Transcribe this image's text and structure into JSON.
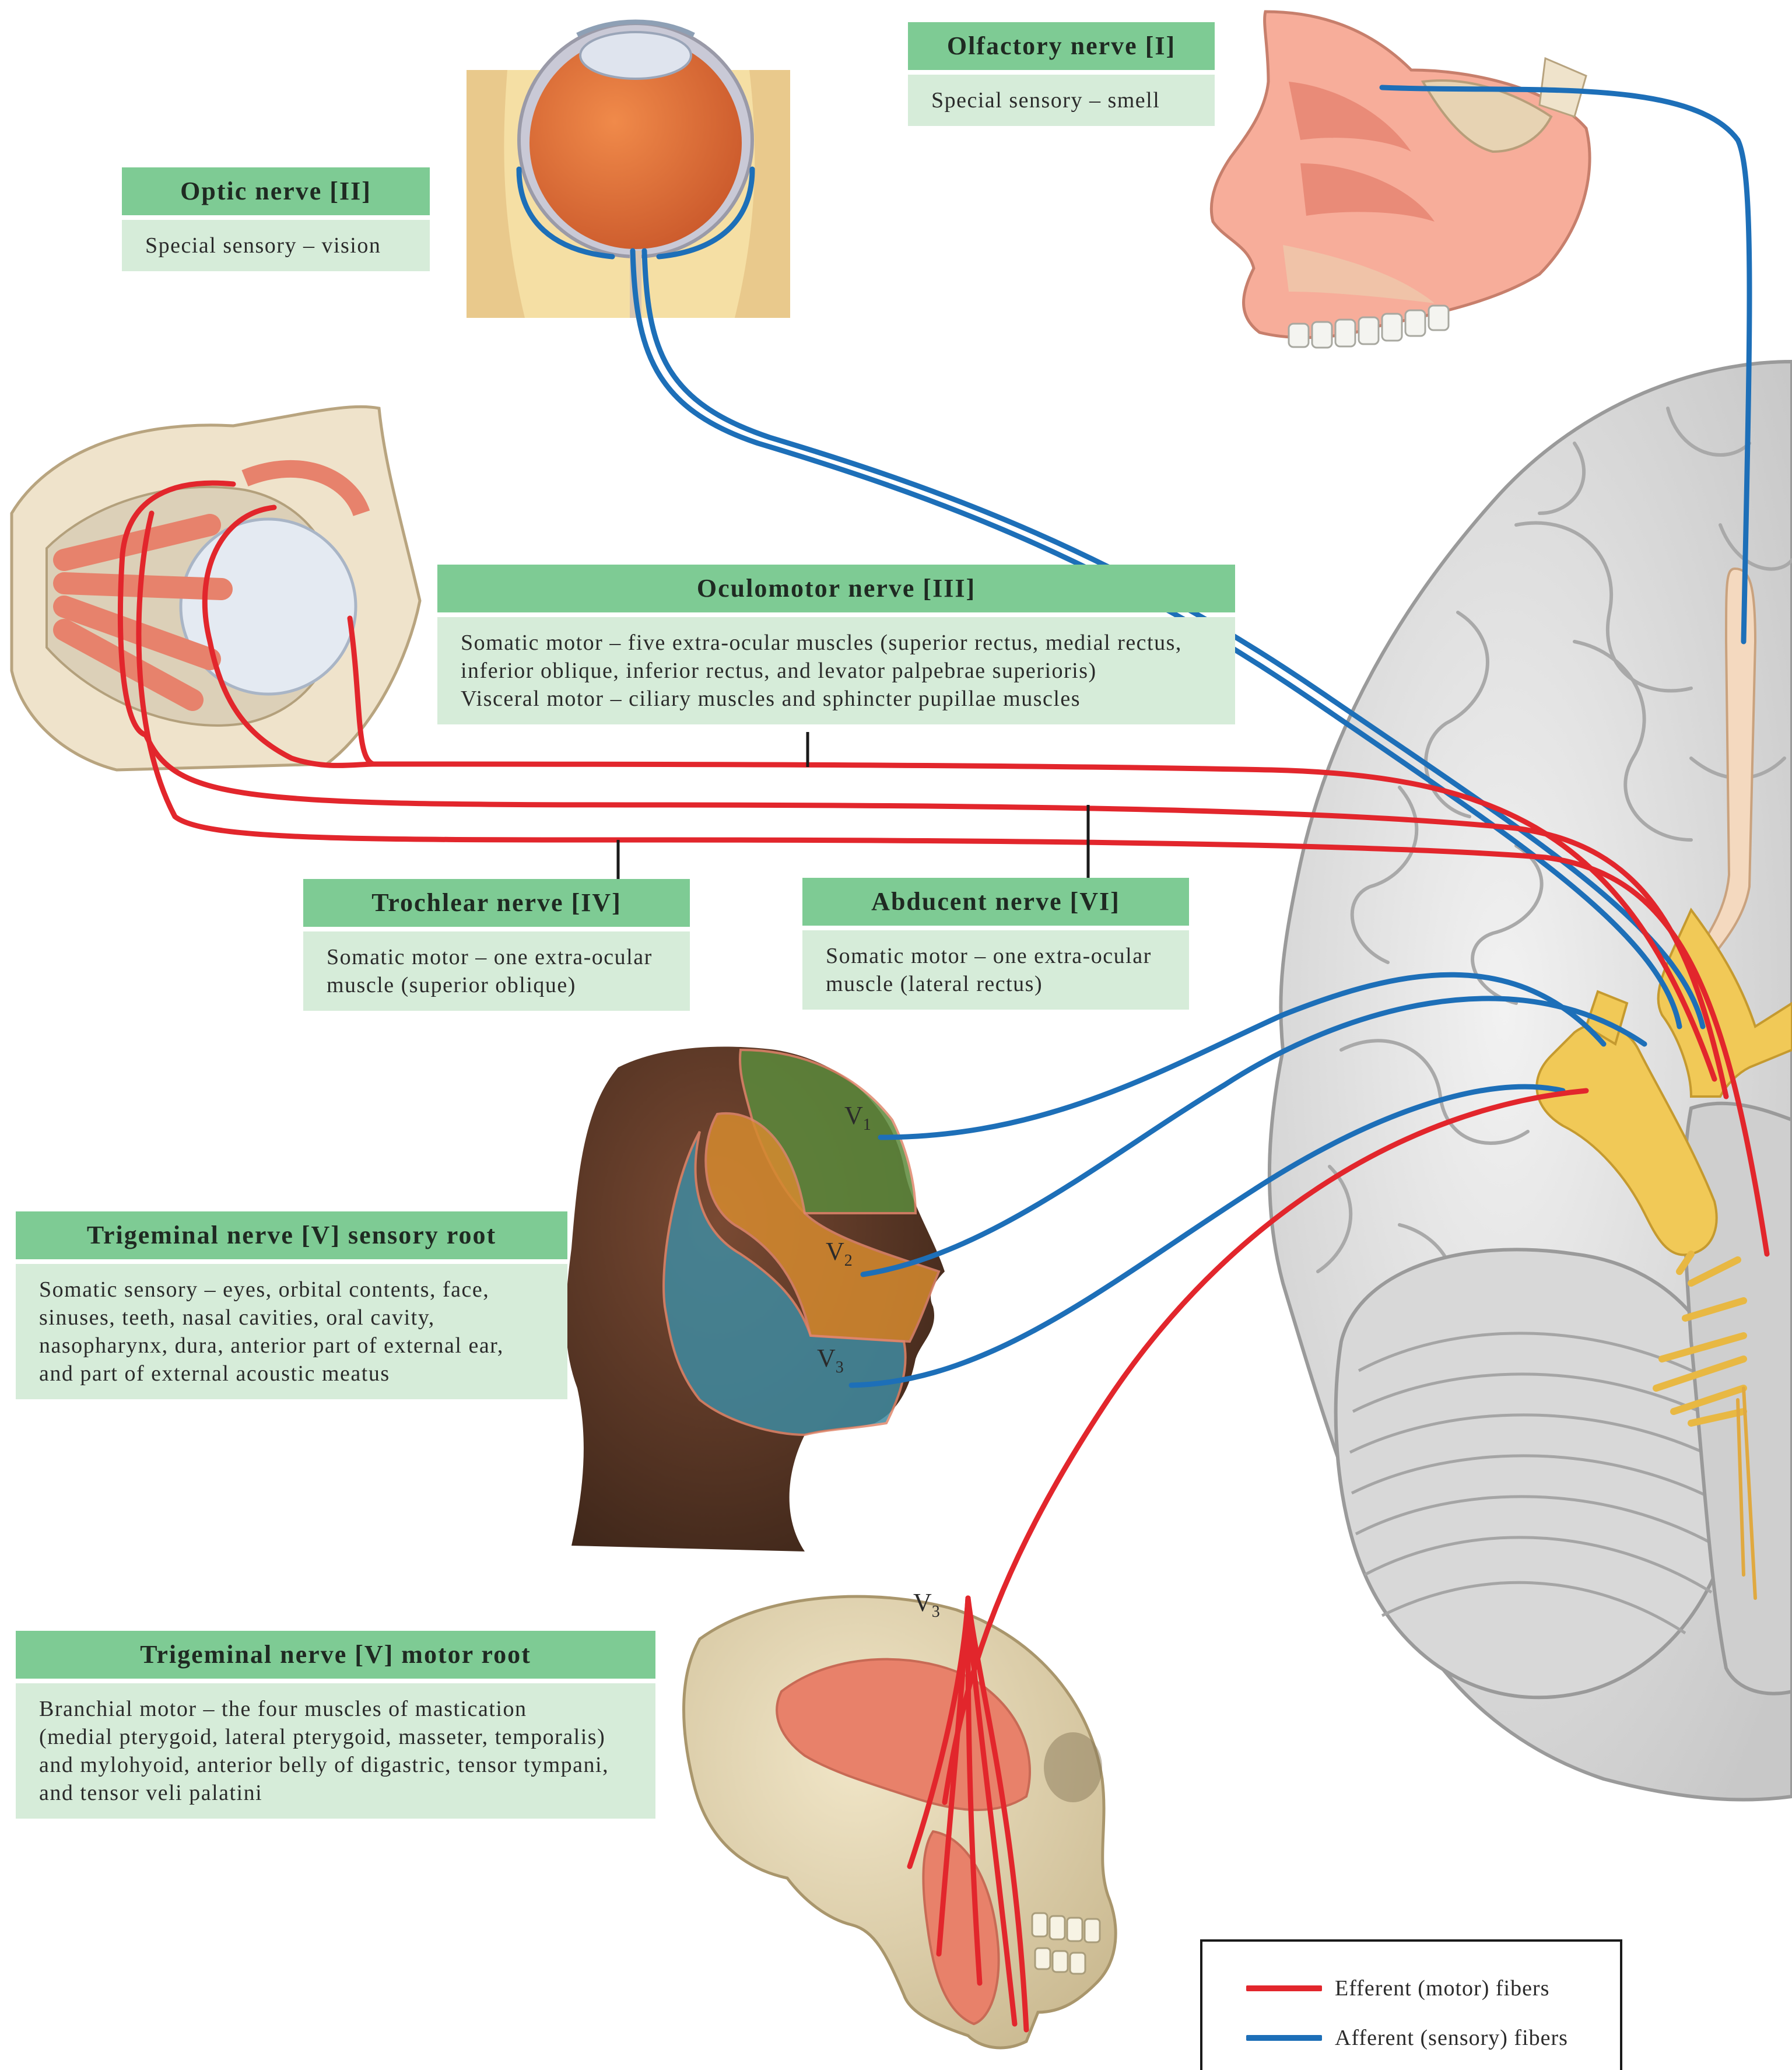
{
  "colors": {
    "efferent": "#e2262c",
    "afferent": "#1d6fb8",
    "header_bg": "#7ecb94",
    "body_bg": "#d6ecd9"
  },
  "nerves": {
    "olfactory": {
      "title": "Olfactory nerve [I]",
      "lines": [
        "Special sensory – smell"
      ]
    },
    "optic": {
      "title": "Optic nerve [II]",
      "lines": [
        "Special sensory – vision"
      ]
    },
    "oculomotor": {
      "title": "Oculomotor nerve [III]",
      "lines": [
        "Somatic motor – five extra-ocular muscles (superior rectus, medial rectus,",
        "inferior oblique, inferior rectus, and levator palpebrae superioris)",
        "Visceral motor – ciliary muscles and sphincter pupillae muscles"
      ]
    },
    "trochlear": {
      "title": "Trochlear nerve [IV]",
      "lines": [
        "Somatic motor – one extra-ocular",
        "muscle (superior oblique)"
      ]
    },
    "abducent": {
      "title": "Abducent nerve [VI]",
      "lines": [
        "Somatic motor – one extra-ocular",
        "muscle (lateral rectus)"
      ]
    },
    "trigeminal_sensory": {
      "title": "Trigeminal nerve [V] sensory root",
      "lines": [
        "Somatic sensory – eyes, orbital contents, face,",
        "sinuses, teeth, nasal cavities, oral cavity,",
        "nasopharynx, dura, anterior part of external ear,",
        "and part of external acoustic meatus"
      ]
    },
    "trigeminal_motor": {
      "title": "Trigeminal nerve [V] motor root",
      "lines": [
        "Branchial motor – the four muscles of mastication",
        "(medial pterygoid, lateral pterygoid, masseter, temporalis)",
        "and mylohyoid, anterior belly of digastric, tensor tympani,",
        "and tensor veli palatini"
      ]
    }
  },
  "labels": {
    "v1": {
      "base": "V",
      "sub": "1"
    },
    "v2": {
      "base": "V",
      "sub": "2"
    },
    "v3_face": {
      "base": "V",
      "sub": "3"
    },
    "v3_skull": {
      "base": "V",
      "sub": "3"
    }
  },
  "legend": {
    "efferent": "Efferent (motor) fibers",
    "afferent": "Afferent (sensory) fibers"
  }
}
